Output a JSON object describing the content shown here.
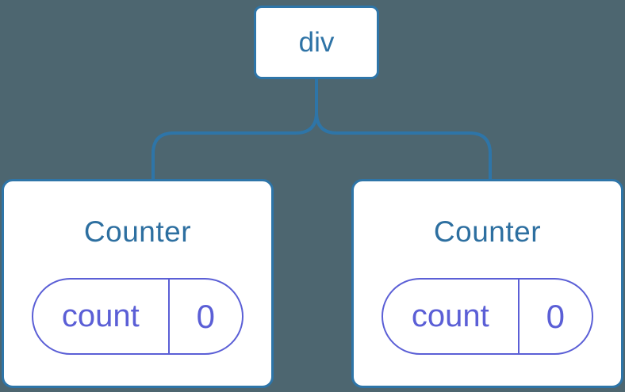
{
  "diagram": {
    "description": "Component tree diagram: a div parent node with two Counter children, each holding a count state of 0",
    "root": {
      "label": "div"
    },
    "children": [
      {
        "title": "Counter",
        "state": {
          "key": "count",
          "value": "0"
        }
      },
      {
        "title": "Counter",
        "state": {
          "key": "count",
          "value": "0"
        }
      }
    ],
    "colors": {
      "background": "#4d6670",
      "node_border_blue": "#2e75a8",
      "node_text_blue": "#2d6fa0",
      "connector_blue": "#2e75a8",
      "state_accent_indigo": "#5b5fd6",
      "node_fill": "#ffffff"
    }
  }
}
